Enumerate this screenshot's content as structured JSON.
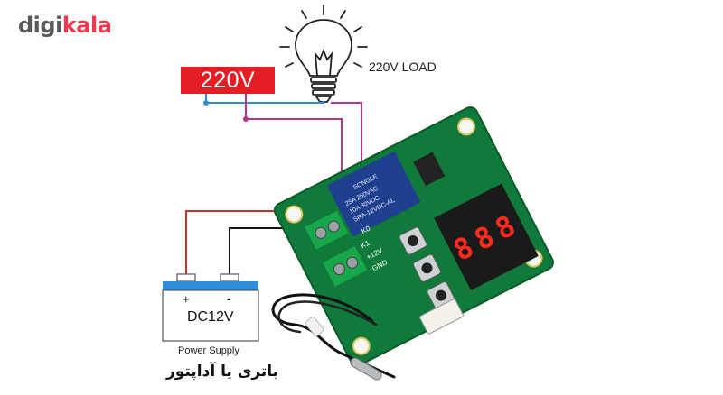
{
  "logo": {
    "part1": "digi",
    "part2": "kala"
  },
  "supply_label": "220V",
  "load_label": "220V LOAD",
  "battery": {
    "voltage_label": "DC12V",
    "plus": "+",
    "minus": "-",
    "caption": "Power Supply",
    "caption_fa": "باتری یا آداپتور"
  },
  "relay": {
    "brand": "SONGLE",
    "line1": "25A 250VAC",
    "line2": "10A 30VDC",
    "model": "SRA-12VDC-AL"
  },
  "board_labels": {
    "k": "K1",
    "v": "+12V",
    "gnd": "GND",
    "ok": "K0"
  },
  "display": {
    "digits": [
      "8",
      "8",
      "8"
    ]
  },
  "colors": {
    "brand_red": "#ef394e",
    "supply_red": "#e31e24",
    "wire_blue": "#2d8fd8",
    "wire_magenta": "#b5358a",
    "wire_red": "#c8302b",
    "pcb_green": "#0f7a3a",
    "terminal_green": "#17a64a",
    "digit_red": "#ff2a1e",
    "relay_blue": "#1f3f8f"
  }
}
